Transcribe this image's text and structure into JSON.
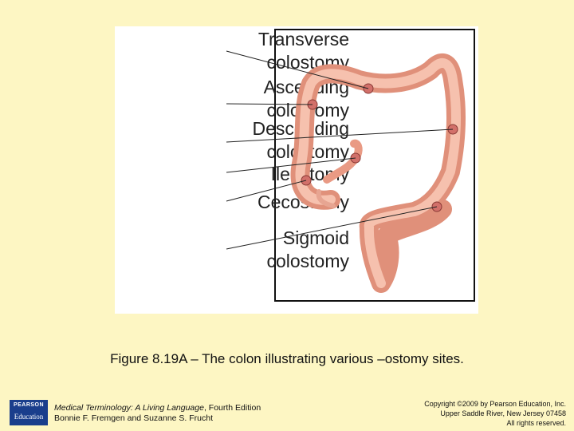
{
  "figure": {
    "labels": [
      "Transverse",
      "colostomy",
      "Ascending",
      "colostomy",
      "Descending",
      "colostomy",
      "Ileostomy",
      "Cecostomy",
      "Sigmoid",
      "colostomy"
    ]
  },
  "caption": "Figure 8.19A – The colon illustrating various –ostomy sites.",
  "footer": {
    "logo_line1": "PEARSON",
    "logo_line2": "Education",
    "book_title": "Medical Terminology: A Living Language",
    "edition": ", Fourth Edition",
    "authors": "Bonnie F. Fremgen and Suzanne S. Frucht",
    "copyright_line1": "Copyright ©2009 by Pearson Education, Inc.",
    "copyright_line2": "Upper Saddle River, New Jersey 07458",
    "copyright_line3": "All rights reserved."
  }
}
